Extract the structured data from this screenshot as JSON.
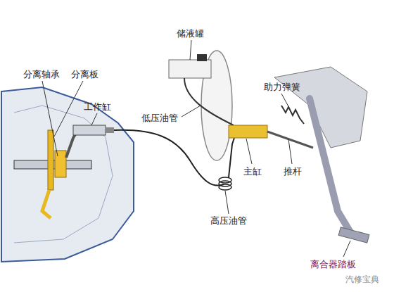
{
  "diagram": {
    "labels": [
      "分离轴承",
      "分离板",
      "工作缸",
      "储液罐",
      "助力弹簧",
      "低压油管",
      "主缸",
      "推杆",
      "高压油管",
      "离合器踏板",
      "汽修宝典"
    ]
  }
}
